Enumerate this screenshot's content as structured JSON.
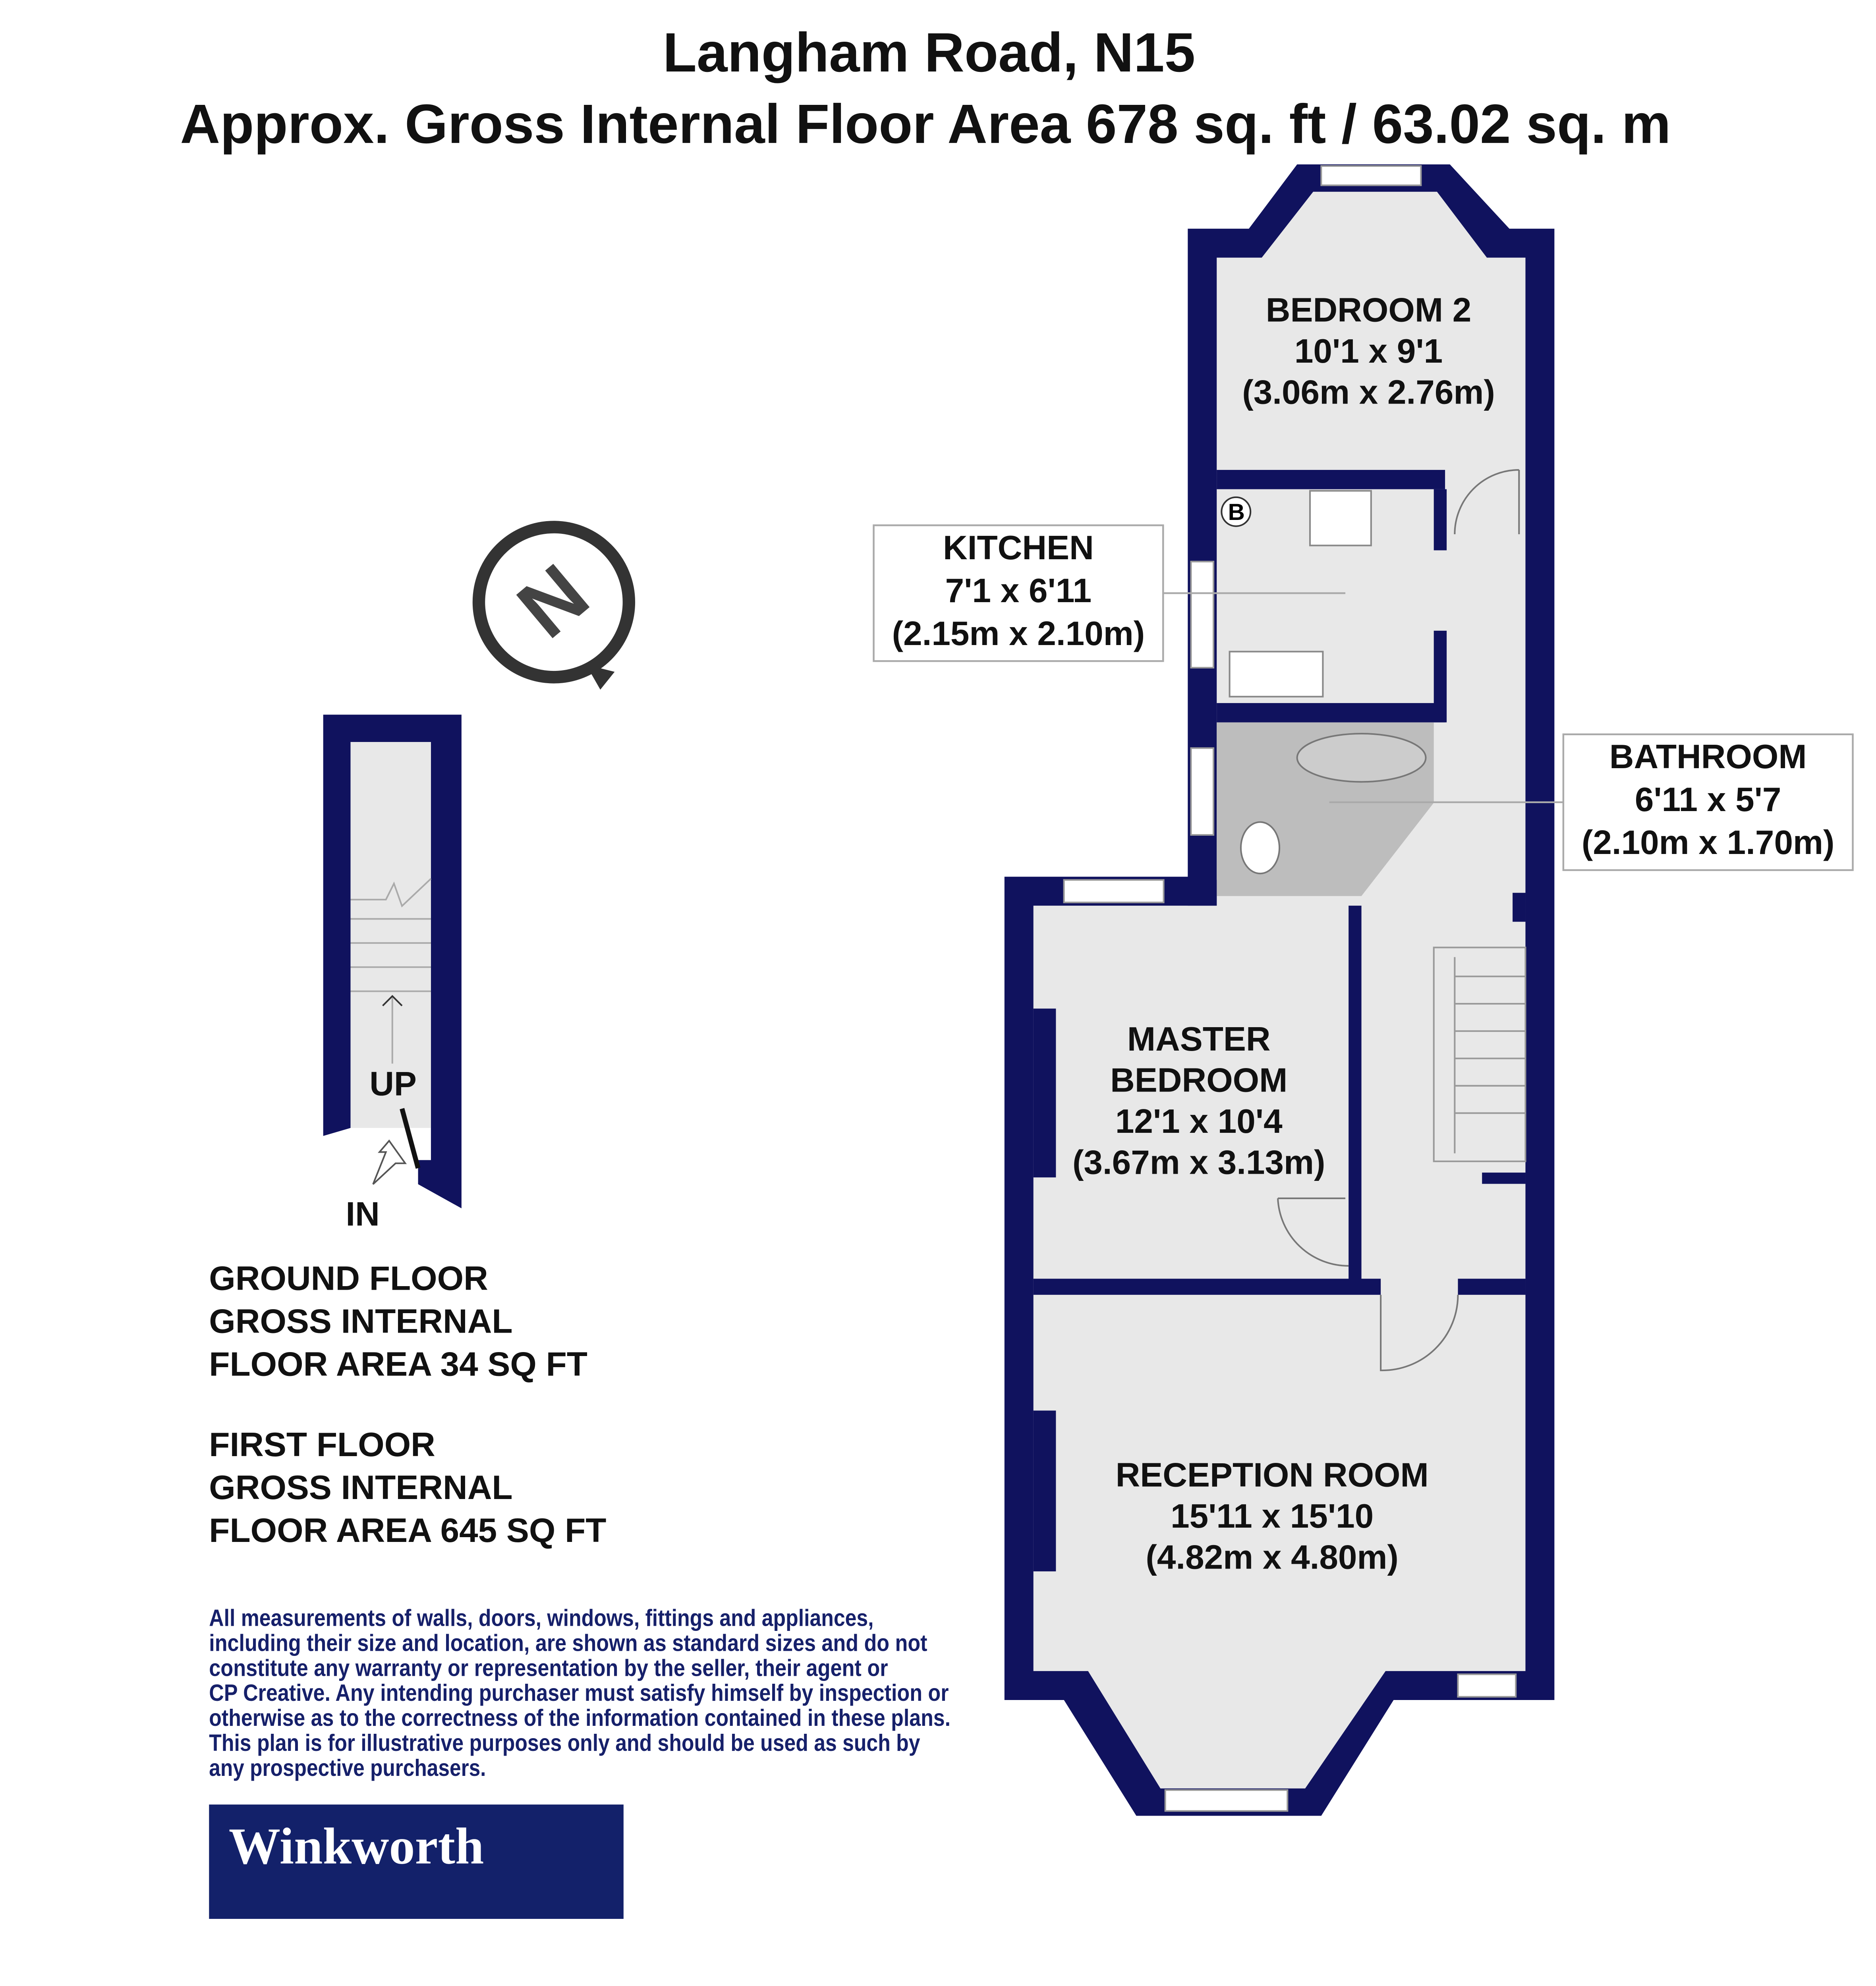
{
  "header": {
    "title": "Langham Road, N15",
    "subtitle": "Approx. Gross Internal Floor Area 678 sq. ft / 63.02 sq. m"
  },
  "compass": {
    "letter": "N",
    "icon": "north-compass-icon"
  },
  "rooms": {
    "bedroom2": {
      "name": "BEDROOM 2",
      "imperial": "10'1 x 9'1",
      "metric": "(3.06m x 2.76m)"
    },
    "kitchen": {
      "name": "KITCHEN",
      "imperial": "7'1 x 6'11",
      "metric": "(2.15m x 2.10m)"
    },
    "bathroom": {
      "name": "BATHROOM",
      "imperial": "6'11 x 5'7",
      "metric": "(2.10m x 1.70m)"
    },
    "master": {
      "name1": "MASTER",
      "name2": "BEDROOM",
      "imperial": "12'1 x 10'4",
      "metric": "(3.67m x 3.13m)"
    },
    "reception": {
      "name": "RECEPTION ROOM",
      "imperial": "15'11 x 15'10",
      "metric": "(4.82m x 4.80m)"
    }
  },
  "boiler_label": "B",
  "ground": {
    "up": "UP",
    "in": "IN",
    "lines": [
      "GROUND FLOOR",
      "GROSS INTERNAL",
      "FLOOR AREA 34 SQ FT"
    ]
  },
  "first": {
    "lines": [
      "FIRST FLOOR",
      "GROSS INTERNAL",
      "FLOOR AREA 645 SQ FT"
    ]
  },
  "disclaimer": [
    "All measurements of walls, doors, windows, fittings and appliances,",
    "including their size and location, are shown as standard sizes and do not",
    "constitute any warranty or representation by the seller, their agent or",
    "CP Creative. Any intending purchaser must satisfy himself by inspection or",
    "otherwise as to the correctness of the information contained in these plans.",
    "This plan is for illustrative purposes only and should be used as such by",
    "any prospective purchasers."
  ],
  "logo": {
    "text": "Winkworth",
    "color": "#13216a"
  },
  "colors": {
    "wall": "#10125e",
    "floor": "#e8e8e8",
    "bathroom": "#bdbdbd"
  }
}
